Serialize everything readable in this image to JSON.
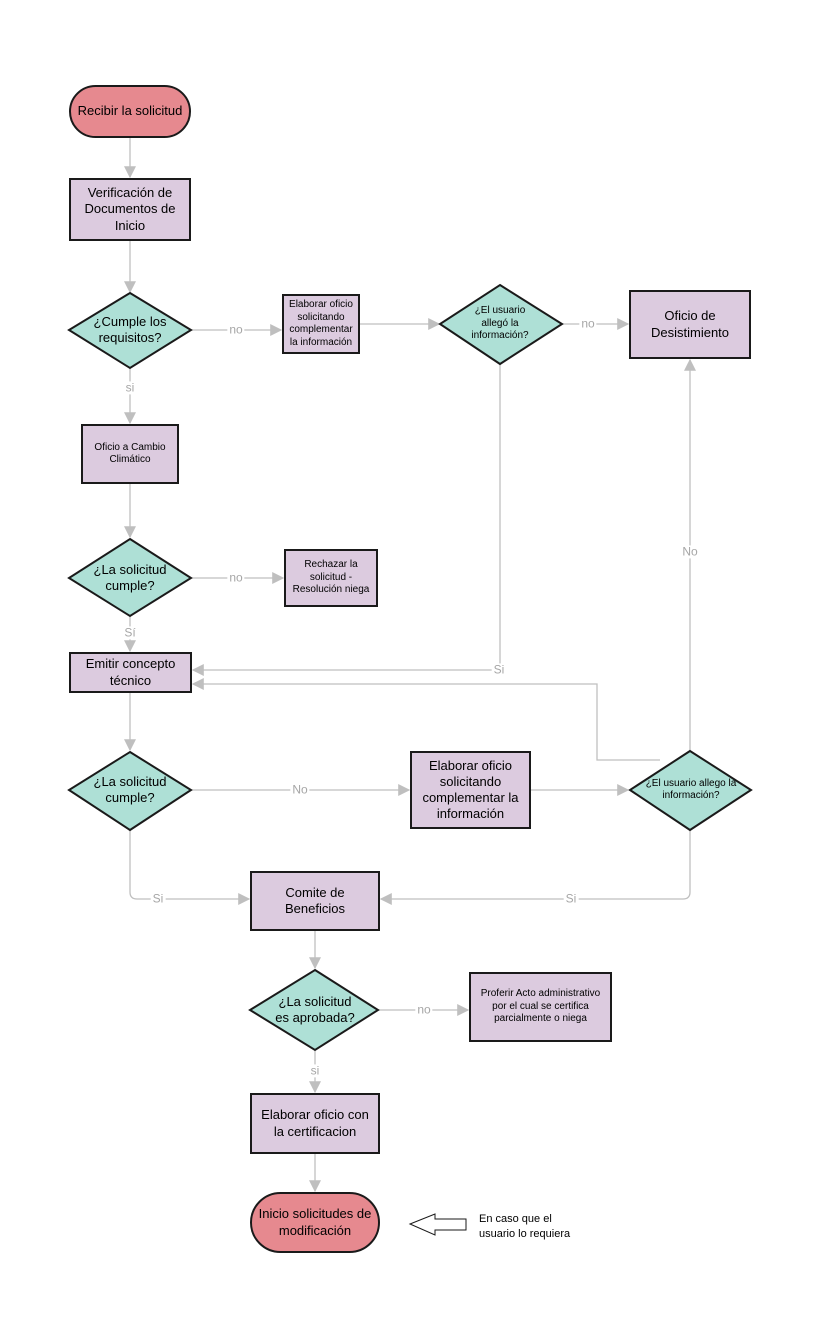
{
  "colors": {
    "terminal_fill": "#e6898f",
    "process_fill": "#dccbdf",
    "decision_fill": "#aee0d6",
    "stroke": "#1a1a1a",
    "connector": "#bfbfbf",
    "label_text": "#a6a6a6"
  },
  "nodes": {
    "start": {
      "text": "Recibir la solicitud"
    },
    "verificacion": {
      "text": "Verificación de Documentos de Inicio"
    },
    "cumple_requisitos": {
      "text": "¿Cumple los requisitos?"
    },
    "elaborar_oficio_1": {
      "text": "Elaborar oficio solicitando complementar la información"
    },
    "usuario_allego_1": {
      "text": "¿El usuario allegó la información?"
    },
    "oficio_desistimiento": {
      "text": "Oficio de Desistimiento"
    },
    "oficio_cambio": {
      "text": "Oficio a Cambio Climático"
    },
    "solicitud_cumple_1": {
      "text": "¿La solicitud cumple?"
    },
    "rechazar": {
      "text": "Rechazar la solicitud - Resolución niega"
    },
    "emitir_concepto": {
      "text": "Emitir concepto técnico"
    },
    "solicitud_cumple_2": {
      "text": "¿La solicitud cumple?"
    },
    "elaborar_oficio_2": {
      "text": "Elaborar oficio solicitando complementar la información"
    },
    "usuario_allego_2": {
      "text": "¿El usuario allego la información?"
    },
    "comite": {
      "text": "Comite de Beneficios"
    },
    "solicitud_aprobada": {
      "text": "¿La solicitud es aprobada?"
    },
    "proferir_acto": {
      "text": "Proferir Acto administrativo por el cual se certifica parcialmente o niega"
    },
    "elaborar_certificacion": {
      "text": "Elaborar oficio con la certificacion"
    },
    "inicio_modificacion": {
      "text": "Inicio solicitudes de modificación"
    }
  },
  "edge_labels": {
    "cumple_no": "no",
    "cumple_si": "si",
    "allego1_no": "no",
    "allego1_si": "Si",
    "sol1_no": "no",
    "sol1_si": "Sí",
    "sol2_no": "No",
    "sol2_si": "Si",
    "allego2_no": "No",
    "allego2_si": "Si",
    "aprobada_no": "no",
    "aprobada_si": "si"
  },
  "note": {
    "text": "En caso que el usuario lo requiera"
  }
}
